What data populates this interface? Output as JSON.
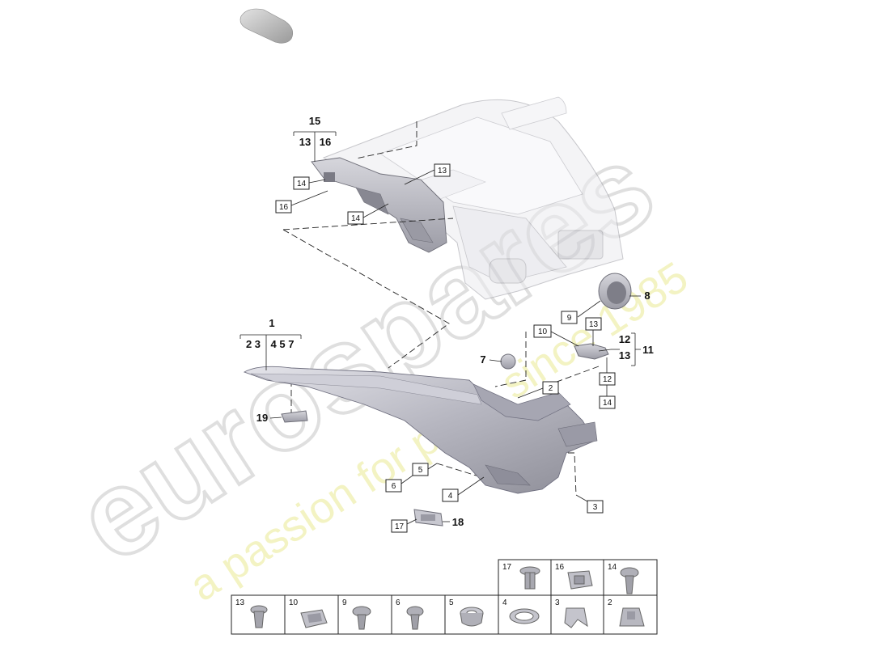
{
  "watermark": {
    "brand": "eurospares",
    "tagline": "a passion for parts since 1985"
  },
  "groups": {
    "g15": {
      "top": "15",
      "left": "13",
      "right": "16"
    },
    "g1": {
      "top": "1",
      "a": "2 3",
      "b": "4 5 7"
    },
    "g11": {
      "top": "12",
      "bottom": "13",
      "right": "11"
    }
  },
  "bold_labels": {
    "l7": "7",
    "l8": "8",
    "l18": "18",
    "l19": "19"
  },
  "callouts": {
    "c14a": "14",
    "c16": "16",
    "c13a": "13",
    "c14b": "14",
    "c9": "9",
    "c10": "10",
    "c13b": "13",
    "c2": "2",
    "c12": "12",
    "c14c": "14",
    "c5": "5",
    "c6": "6",
    "c4": "4",
    "c3": "3",
    "c17": "17"
  },
  "fastener_table": {
    "top_row": [
      "17",
      "16",
      "14"
    ],
    "bottom_row": [
      "13",
      "10",
      "9",
      "6",
      "5",
      "4",
      "3",
      "2"
    ]
  }
}
